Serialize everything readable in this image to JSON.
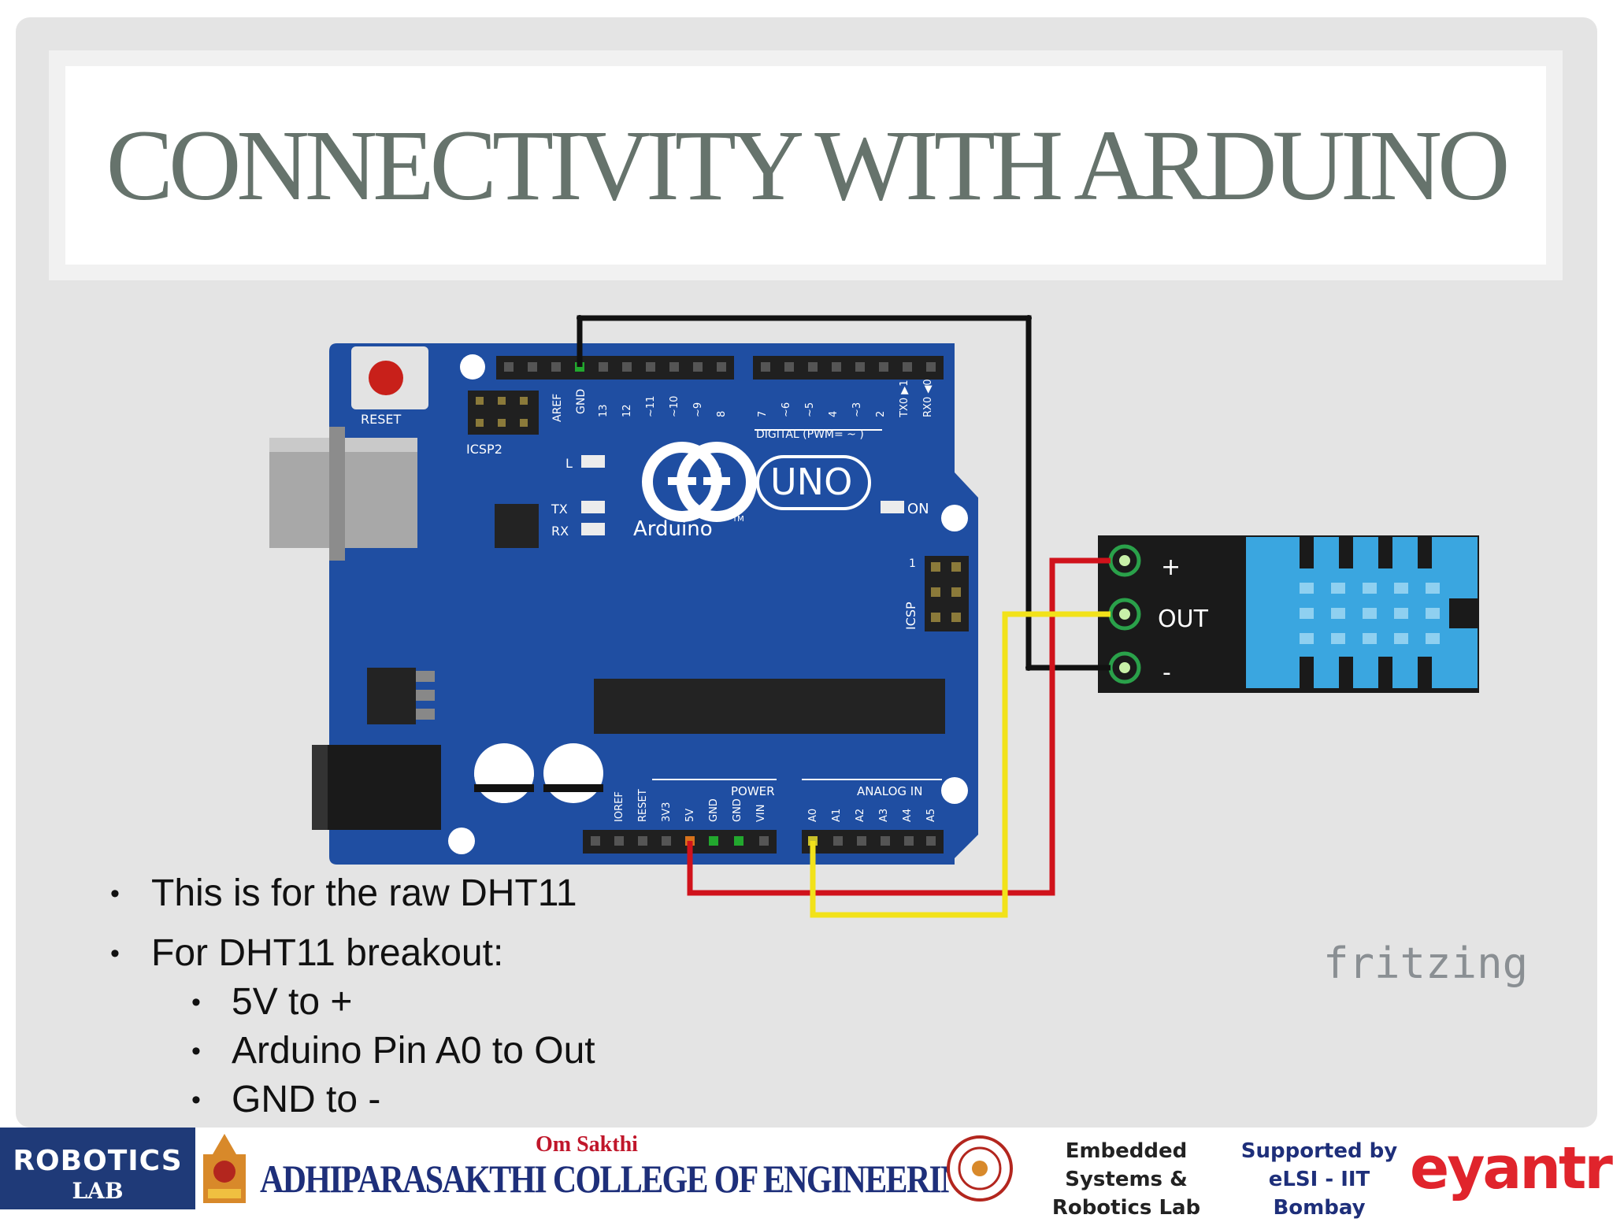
{
  "slide": {
    "title": "CONNECTIVITY WITH ARDUINO"
  },
  "diagram": {
    "board": {
      "reset_label": "RESET",
      "icsp2_label": "ICSP2",
      "aref_label": "AREF",
      "gnd_top_label": "GND",
      "digital_pin_labels": [
        "13",
        "12",
        "~11",
        "~10",
        "~9",
        "8",
        "7",
        "~6",
        "~5",
        "4",
        "~3",
        "2",
        "TX0 ▶1",
        "RX0 ◀0"
      ],
      "digital_label": "DIGITAL (PWM= ~ )",
      "led_l": "L",
      "led_tx": "TX",
      "led_rx": "RX",
      "led_on": "ON",
      "uno_label": "UNO",
      "arduino_label": "Arduino",
      "tm_label": "TM",
      "icsp_label": "ICSP",
      "icsp_pin1": "1",
      "power_label": "POWER",
      "analog_label": "ANALOG IN",
      "power_pin_labels": [
        "IOREF",
        "RESET",
        "3V3",
        "5V",
        "GND",
        "GND",
        "VIN"
      ],
      "analog_pin_labels": [
        "A0",
        "A1",
        "A2",
        "A3",
        "A4",
        "A5"
      ]
    },
    "sensor": {
      "plus_label": "+",
      "out_label": "OUT",
      "minus_label": "-"
    },
    "watermark": "fritzing",
    "wire_colors": {
      "gnd": "#111111",
      "power": "#d0121b",
      "signal": "#f2e21a"
    },
    "board_color": "#1f4ea2",
    "sensor_color": "#3aa6e0"
  },
  "bullets": [
    {
      "text": "This is for the raw DHT11"
    },
    {
      "text": "For DHT11 breakout:"
    }
  ],
  "sub_bullets": [
    {
      "text": "5V to +"
    },
    {
      "text": "Arduino Pin A0 to Out"
    },
    {
      "text": "GND to -"
    }
  ],
  "bullet_symbol": "•",
  "footer": {
    "robotics_line1": "ROBOTICS",
    "robotics_line2": "LAB",
    "college_sub": "Om Sakthi",
    "college_name": "ADHIPARASAKTHI COLLEGE OF ENGINEERING",
    "lab_line1": "Embedded Systems &",
    "lab_line2": "Robotics Lab",
    "supported_line1": "Supported by",
    "supported_line2": "eLSI - IIT Bombay",
    "eyantra": "eyantra"
  }
}
